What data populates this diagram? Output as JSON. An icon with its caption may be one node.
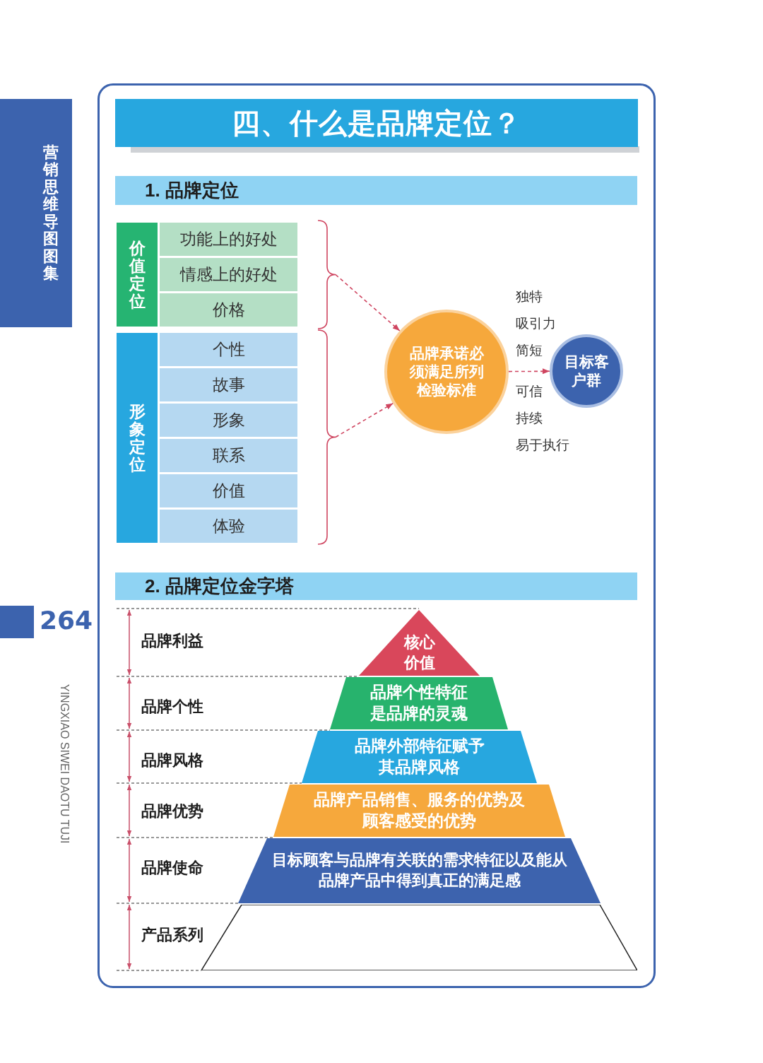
{
  "diagram": {
    "title": "四、什么是品牌定位？",
    "nodes": [
      {
        "text": [
          "营销思维导图图集"
        ]
      },
      {
        "text": [
          "1. 品牌定位"
        ]
      },
      {
        "text": [
          "价值定位"
        ]
      },
      {
        "text": [
          "功能上的好处"
        ]
      },
      {
        "text": [
          "情感上的好处"
        ]
      },
      {
        "text": [
          "价格"
        ]
      },
      {
        "text": [
          "形象定位"
        ]
      },
      {
        "text": [
          "个性"
        ]
      },
      {
        "text": [
          "故事"
        ]
      },
      {
        "text": [
          "形象"
        ]
      },
      {
        "text": [
          "联系"
        ]
      },
      {
        "text": [
          "价值"
        ]
      },
      {
        "text": [
          "体验"
        ]
      },
      {
        "text": [],
        "shape": "brace"
      },
      {
        "text": [],
        "shape": "brace"
      },
      {
        "text": [
          "品牌承诺必须满足所列检验标准"
        ]
      },
      {
        "text": [
          "目标客户群"
        ]
      },
      {
        "text": [
          "2. 品牌定位金字塔"
        ]
      },
      {
        "text": [
          "核心价值"
        ]
      },
      {
        "text": [
          "品牌个性特征是品牌的灵魂"
        ]
      },
      {
        "text": [
          "品牌外部特征赋予其品牌风格"
        ]
      },
      {
        "text": [
          "品牌产品销售、服务的优势及顾客感受的优势"
        ]
      },
      {
        "text": [
          "目标顾客与品牌有关联的需求特征以及能从品牌产品中得到真正的满足感"
        ]
      },
      {
        "text": [],
        "shape": "trapezoid"
      }
    ],
    "edges": [
      {
        "from": 13,
        "to": 15,
        "arrow": "to",
        "style": "dashed"
      },
      {
        "from": 14,
        "to": 15,
        "arrow": "to",
        "style": "dashed"
      },
      {
        "from": 15,
        "to": 16,
        "arrow": "to",
        "style": "dashed"
      }
    ],
    "labels": [
      "264",
      "YINGXIAO SIWEI DAOTU TUJI",
      "独特",
      "吸引力",
      "简短",
      "可信",
      "持续",
      "易于执行",
      "品牌利益",
      "品牌个性",
      "品牌风格",
      "品牌优势",
      "品牌使命",
      "产品系列"
    ]
  }
}
